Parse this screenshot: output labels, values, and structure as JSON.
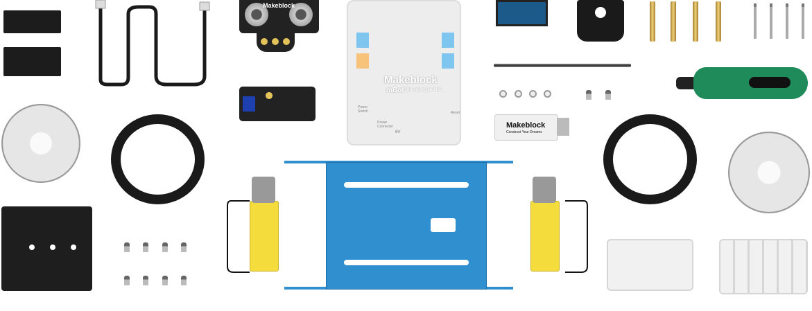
{
  "sensor_brand": "Makeblock",
  "board": {
    "brand": "Makeblock",
    "model": "mBot",
    "tagline": "One robot per kids",
    "power_switch": "Power Switch",
    "power_connector": "Power Connecter",
    "voltage": "6V",
    "reset": "Reset"
  },
  "dongle": {
    "brand": "Makeblock",
    "tagline": "Construct Your Dreams"
  },
  "colors": {
    "chassis": "#2f8fcf",
    "motor": "#f3dc3c",
    "handle": "#1f8a5a",
    "background": "#ffffff"
  }
}
